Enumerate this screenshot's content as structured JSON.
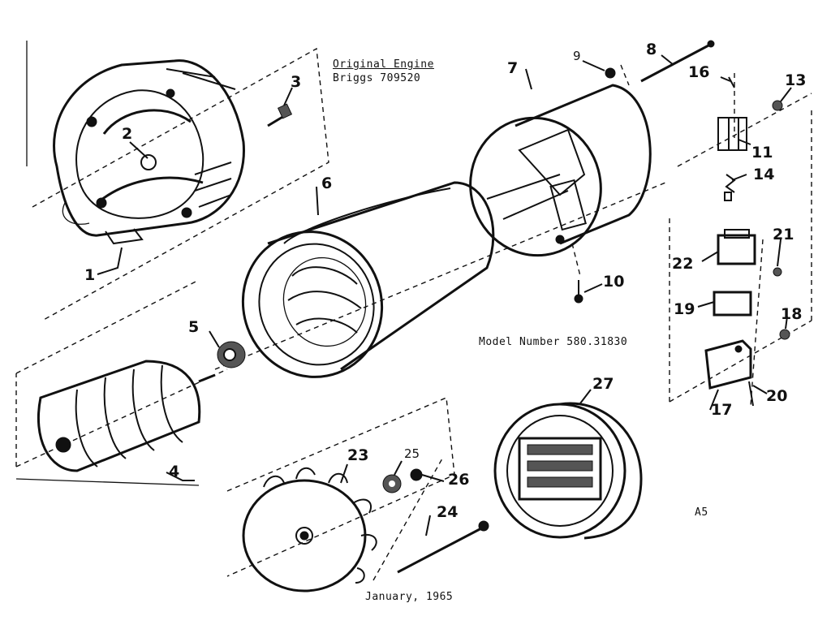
{
  "captions": {
    "original_engine": "Original Engine",
    "briggs": "Briggs 709520",
    "model_number": "Model Number 580.31830",
    "date": "January, 1965",
    "page_code": "A5"
  },
  "callouts": [
    "1",
    "2",
    "3",
    "4",
    "5",
    "6",
    "7",
    "8",
    "9",
    "10",
    "11",
    "13",
    "14",
    "16",
    "17",
    "18",
    "19",
    "20",
    "21",
    "22",
    "23",
    "24",
    "25",
    "26",
    "27"
  ]
}
